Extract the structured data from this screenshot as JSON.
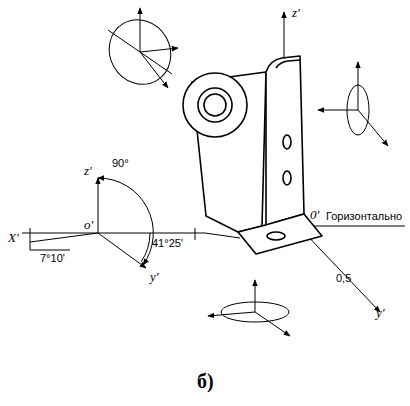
{
  "diagram": {
    "caption": "б)",
    "labels": [
      "z'",
      "90°",
      "X'",
      "7°10'",
      "o'",
      "y'",
      "41°25'",
      "z'",
      "0'",
      "Горизонтально",
      "0,5",
      "y'"
    ]
  }
}
